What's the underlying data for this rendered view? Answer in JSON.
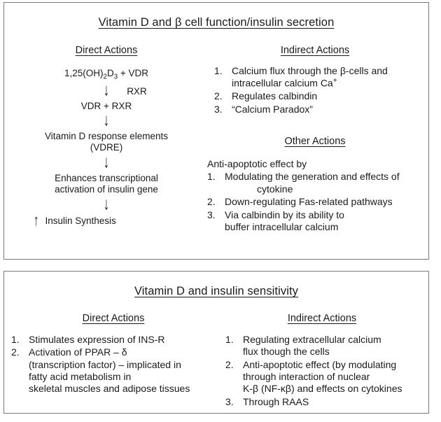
{
  "panel_secretion": {
    "title": "Vitamin D and β cell function/insulin secretion",
    "left": {
      "heading": "Direct Actions",
      "flow": {
        "node1": "1,25(OH)",
        "node1_sub1": "2",
        "node1_mid": "D",
        "node1_sub2": "3",
        "node1_end": " + VDR",
        "arrow1": "↓",
        "arrow1_label": "RXR",
        "node2": "VDR + RXR",
        "arrow2": "↓",
        "node3": "Vitamin D response  elements\n(VDRE)",
        "arrow3": "↓",
        "node4": "Enhances transcriptional\nactivation of insulin gene",
        "arrow4": "↓",
        "final_arrow": "↑",
        "final_label": "Insulin Synthesis"
      }
    },
    "right": {
      "indirect_heading": "Indirect Actions",
      "indirect_items": [
        {
          "num": "1.",
          "text_before": "Calcium flux through the β-cells and\nintracellular calcium Ca",
          "sup": "+",
          "text_after": ""
        },
        {
          "num": "2.",
          "text": "Regulates  calbindin"
        },
        {
          "num": "3.",
          "text": "“Calcium Paradox”"
        }
      ],
      "other_heading": "Other Actions",
      "other_intro": "Anti-apoptotic effect by",
      "other_items": [
        {
          "num": "1.",
          "line1": "Modulating the generation and effects of",
          "line2": "cytokine",
          "line2_indent": true
        },
        {
          "num": "2.",
          "line1": "Down-regulating Fas-related pathways"
        },
        {
          "num": "3.",
          "line1": "Via calbindin by its ability to",
          "line2": "  buffer intracellular calcium"
        }
      ]
    }
  },
  "panel_sensitivity": {
    "title": "Vitamin D and insulin sensitivity",
    "left": {
      "heading": "Direct Actions",
      "items": [
        {
          "num": "1.",
          "text": "Stimulates expression of INS-R"
        },
        {
          "num": "2.",
          "text": "Activation of PPAR – δ\n(transcription factor) – implicated in\nfatty acid metabolism in\nskeletal muscles and adipose tissues"
        }
      ]
    },
    "right": {
      "heading": "Indirect Actions",
      "items": [
        {
          "num": "1.",
          "text": "Regulating extracellular calcium\nflux though the cells"
        },
        {
          "num": "2.",
          "text": "Anti-apoptotic effect (by modulating\nthrough interaction of nuclear\nK-β (NF-κβ) and effects on cytokines"
        },
        {
          "num": "3.",
          "text": "Through RAAS"
        }
      ]
    }
  },
  "colors": {
    "border": "#7b7b7b",
    "text": "#1a1a1a",
    "background": "#ffffff"
  }
}
